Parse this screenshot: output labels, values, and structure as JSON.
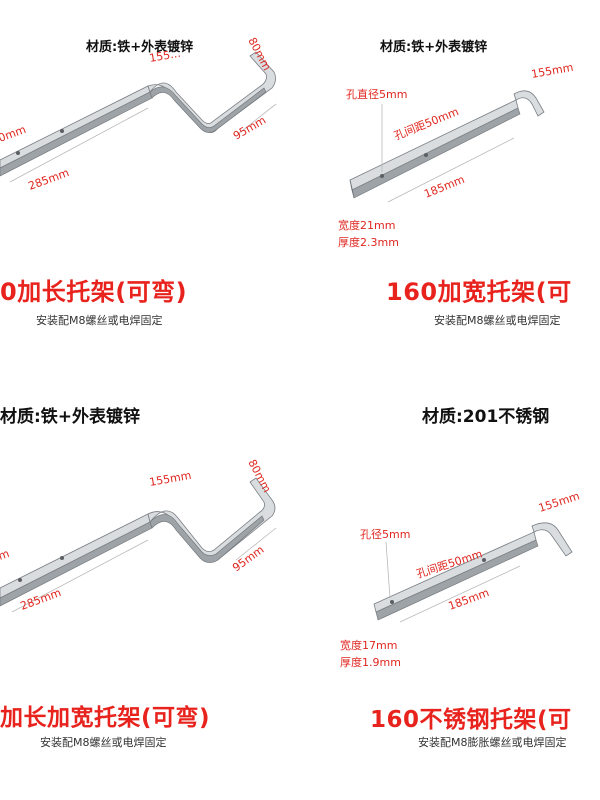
{
  "panels": [
    {
      "material": "材质:铁+外表镀锌",
      "title": "0加长托架(可弯)",
      "subtitle": "安装配M8螺丝或电焊固定",
      "dims": {
        "top": "155...",
        "hook": "80mm",
        "drop": "95mm",
        "length": "285mm",
        "left": "0mm"
      }
    },
    {
      "material": "材质:铁+外表镀锌",
      "title": "160加宽托架(可",
      "subtitle": "安装配M8螺丝或电焊固定",
      "dims": {
        "top": "155mm",
        "hole_dia": "孔直径5mm",
        "hole_spacing": "孔间距50mm",
        "length": "185mm"
      },
      "specs": {
        "width": "宽度21mm",
        "thickness": "厚度2.3mm"
      }
    },
    {
      "material": "材质:铁+外表镀锌",
      "title": "加长加宽托架(可弯)",
      "subtitle": "安装配M8螺丝或电焊固定",
      "dims": {
        "top": "155mm",
        "hook": "80mm",
        "drop": "95mm",
        "length": "285mm",
        "left": "m"
      }
    },
    {
      "material": "材质:201不锈钢",
      "title": "160不锈钢托架(可",
      "subtitle": "安装配M8膨胀螺丝或电焊固定",
      "dims": {
        "top": "155mm",
        "hole_dia": "孔径5mm",
        "hole_spacing": "孔间距50mm",
        "length": "185mm"
      },
      "specs": {
        "width": "宽度17mm",
        "thickness": "厚度1.9mm"
      }
    }
  ]
}
